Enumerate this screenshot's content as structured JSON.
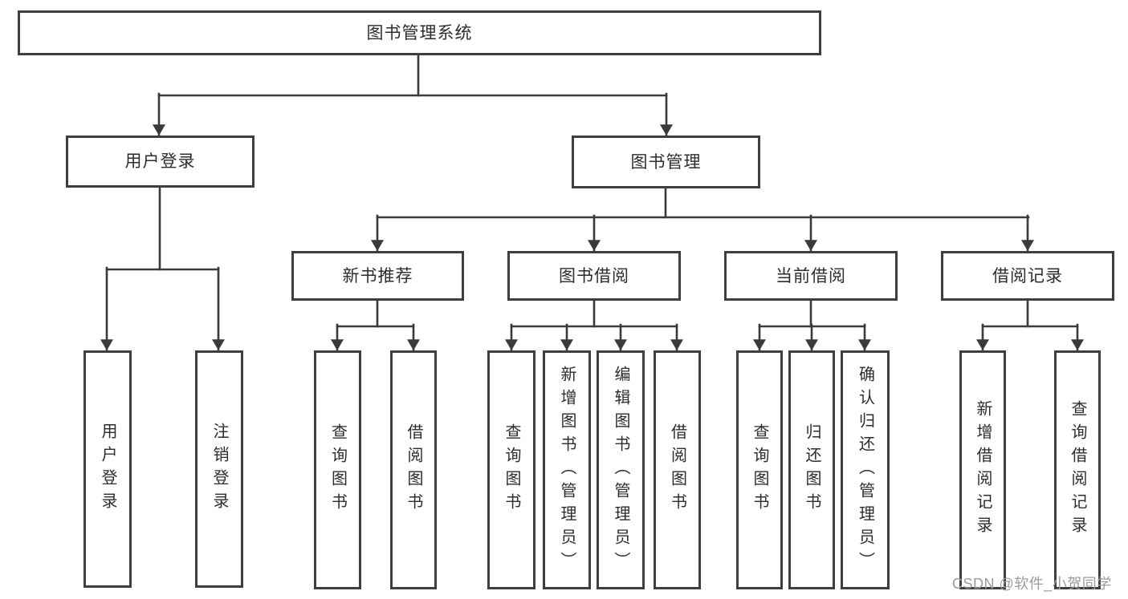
{
  "diagram": {
    "type": "hierarchy-diagram",
    "background": "#ffffff",
    "colors": {
      "line": "#3a3a3a",
      "box_border": "#3e3e3e",
      "box_fill": "#ffffff",
      "text": "#2d2d2d",
      "watermark": "#9b9b9b"
    }
  },
  "watermark": {
    "text": "CSDN @软件_小贺同学"
  },
  "tree": {
    "label": "图书管理系统",
    "children": [
      {
        "label": "用户登录",
        "children": [
          {
            "label": "用户登录"
          },
          {
            "label": "注销登录"
          }
        ]
      },
      {
        "label": "图书管理",
        "children": [
          {
            "label": "新书推荐",
            "children": [
              {
                "label": "查询图书"
              },
              {
                "label": "借阅图书"
              }
            ]
          },
          {
            "label": "图书借阅",
            "children": [
              {
                "label": "查询图书"
              },
              {
                "label": "新增图书（管理员）"
              },
              {
                "label": "编辑图书（管理员）"
              },
              {
                "label": "借阅图书"
              }
            ]
          },
          {
            "label": "当前借阅",
            "children": [
              {
                "label": "查询图书"
              },
              {
                "label": "归还图书"
              },
              {
                "label": "确认归还（管理员）"
              }
            ]
          },
          {
            "label": "借阅记录",
            "children": [
              {
                "label": "新增借阅记录"
              },
              {
                "label": "查询借阅记录"
              }
            ]
          }
        ]
      }
    ]
  }
}
